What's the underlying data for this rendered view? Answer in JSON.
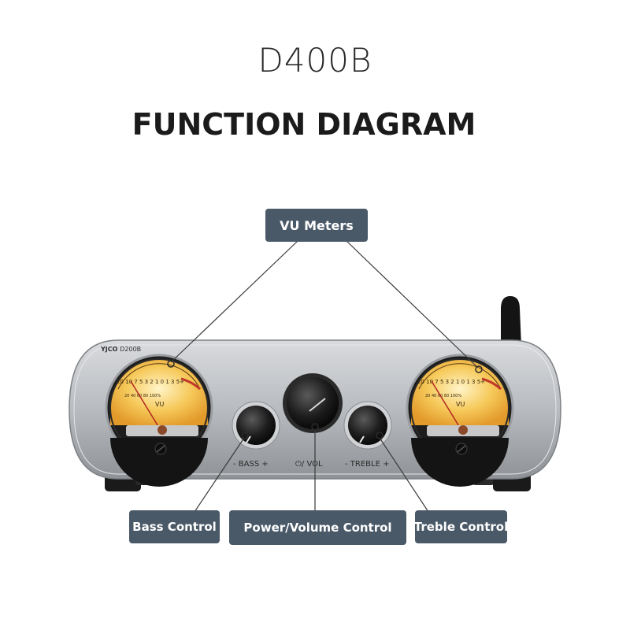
{
  "header": {
    "model": "D400B",
    "title": "FUNCTION DIAGRAM"
  },
  "device": {
    "brand": "YJCO",
    "model_print": "D200B",
    "meter_label": "VU",
    "meter_scale_top": "20 10 7 5 3 2 1 0 1 3 5+",
    "meter_scale_bottom": "20 40 60 80 100%",
    "knob_bass_label": "- BASS +",
    "knob_vol_label": "⏻/ VOL",
    "knob_treble_label": "- TREBLE +"
  },
  "callouts": {
    "vu_meters": "VU Meters",
    "bass": "Bass Control",
    "power_volume": "Power/Volume Control",
    "treble": "Treble Control"
  },
  "colors": {
    "label_bg": "#4a5968",
    "chassis": "#b9bcc0",
    "meter_glow": "#f3c24a"
  }
}
